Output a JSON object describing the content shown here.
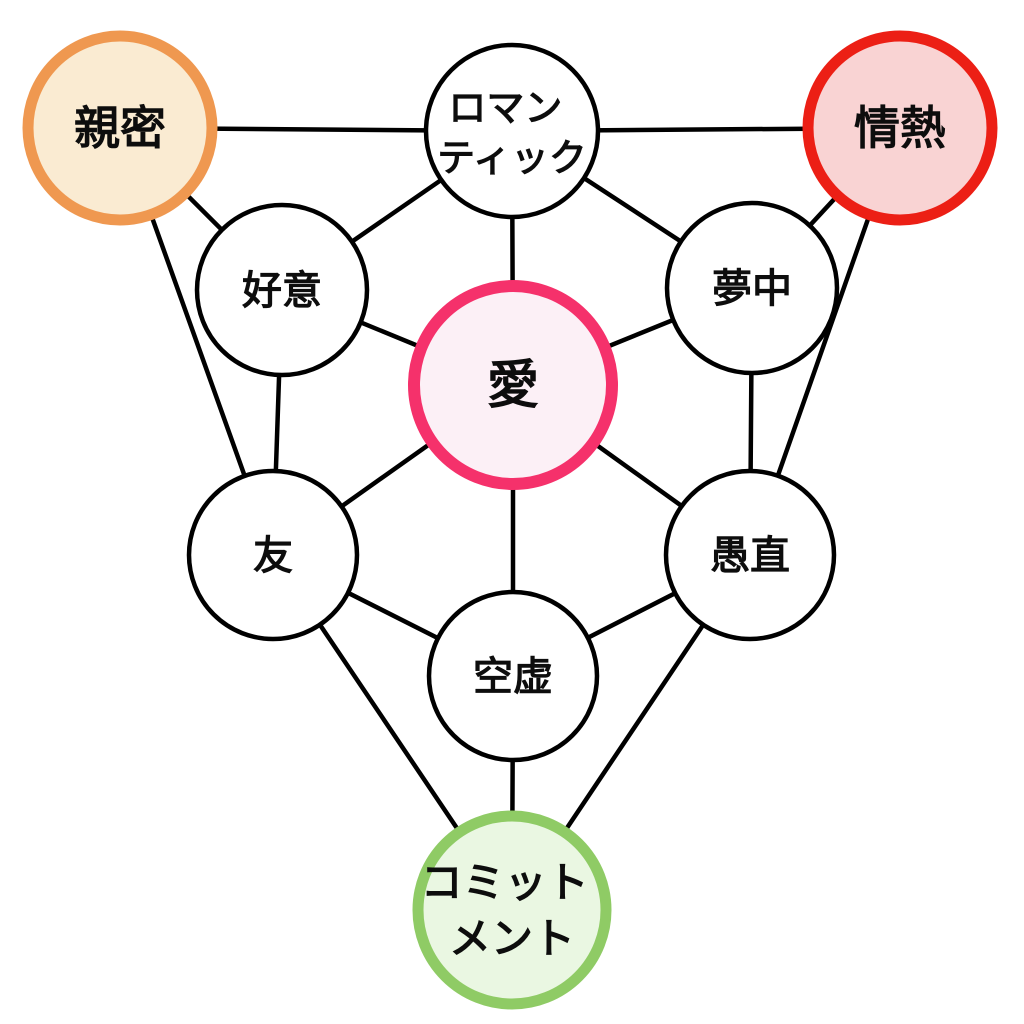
{
  "diagram": {
    "type": "network",
    "nodes": {
      "intimacy": {
        "label": "親密",
        "border_color": "#EF9850",
        "fill_color": "#FAEBD2"
      },
      "romantic": {
        "label_line1": "ロマン",
        "label_line2": "ティック",
        "border_color": "#000000",
        "fill_color": "#FFFFFF"
      },
      "passion": {
        "label": "情熱",
        "border_color": "#EC1F15",
        "fill_color": "#F9D3D3"
      },
      "liking": {
        "label": "好意",
        "border_color": "#000000",
        "fill_color": "#FFFFFF"
      },
      "infatuation": {
        "label": "夢中",
        "border_color": "#000000",
        "fill_color": "#FFFFFF"
      },
      "love": {
        "label": "愛",
        "border_color": "#F5316B",
        "fill_color": "#FCF0F6"
      },
      "friendship": {
        "label": "友",
        "border_color": "#000000",
        "fill_color": "#FFFFFF"
      },
      "fatuous": {
        "label": "愚直",
        "border_color": "#000000",
        "fill_color": "#FFFFFF"
      },
      "empty": {
        "label": "空虚",
        "border_color": "#000000",
        "fill_color": "#FFFFFF"
      },
      "commitment": {
        "label_line1": "コミット",
        "label_line2": "メント",
        "border_color": "#8FCB65",
        "fill_color": "#EAF7E2"
      }
    },
    "edges": [
      {
        "from": "intimacy",
        "to": "romantic"
      },
      {
        "from": "romantic",
        "to": "passion"
      },
      {
        "from": "intimacy",
        "to": "liking"
      },
      {
        "from": "romantic",
        "to": "liking"
      },
      {
        "from": "romantic",
        "to": "infatuation"
      },
      {
        "from": "passion",
        "to": "infatuation"
      },
      {
        "from": "romantic",
        "to": "love"
      },
      {
        "from": "liking",
        "to": "love"
      },
      {
        "from": "infatuation",
        "to": "love"
      },
      {
        "from": "intimacy",
        "to": "friendship"
      },
      {
        "from": "liking",
        "to": "friendship"
      },
      {
        "from": "passion",
        "to": "fatuous"
      },
      {
        "from": "infatuation",
        "to": "fatuous"
      },
      {
        "from": "love",
        "to": "friendship"
      },
      {
        "from": "love",
        "to": "fatuous"
      },
      {
        "from": "love",
        "to": "empty"
      },
      {
        "from": "friendship",
        "to": "empty"
      },
      {
        "from": "fatuous",
        "to": "empty"
      },
      {
        "from": "friendship",
        "to": "commitment"
      },
      {
        "from": "fatuous",
        "to": "commitment"
      },
      {
        "from": "empty",
        "to": "commitment"
      }
    ],
    "colors": {
      "background": "#FFFFFF",
      "edge": "#000000",
      "text": "#0D0D0D"
    }
  }
}
